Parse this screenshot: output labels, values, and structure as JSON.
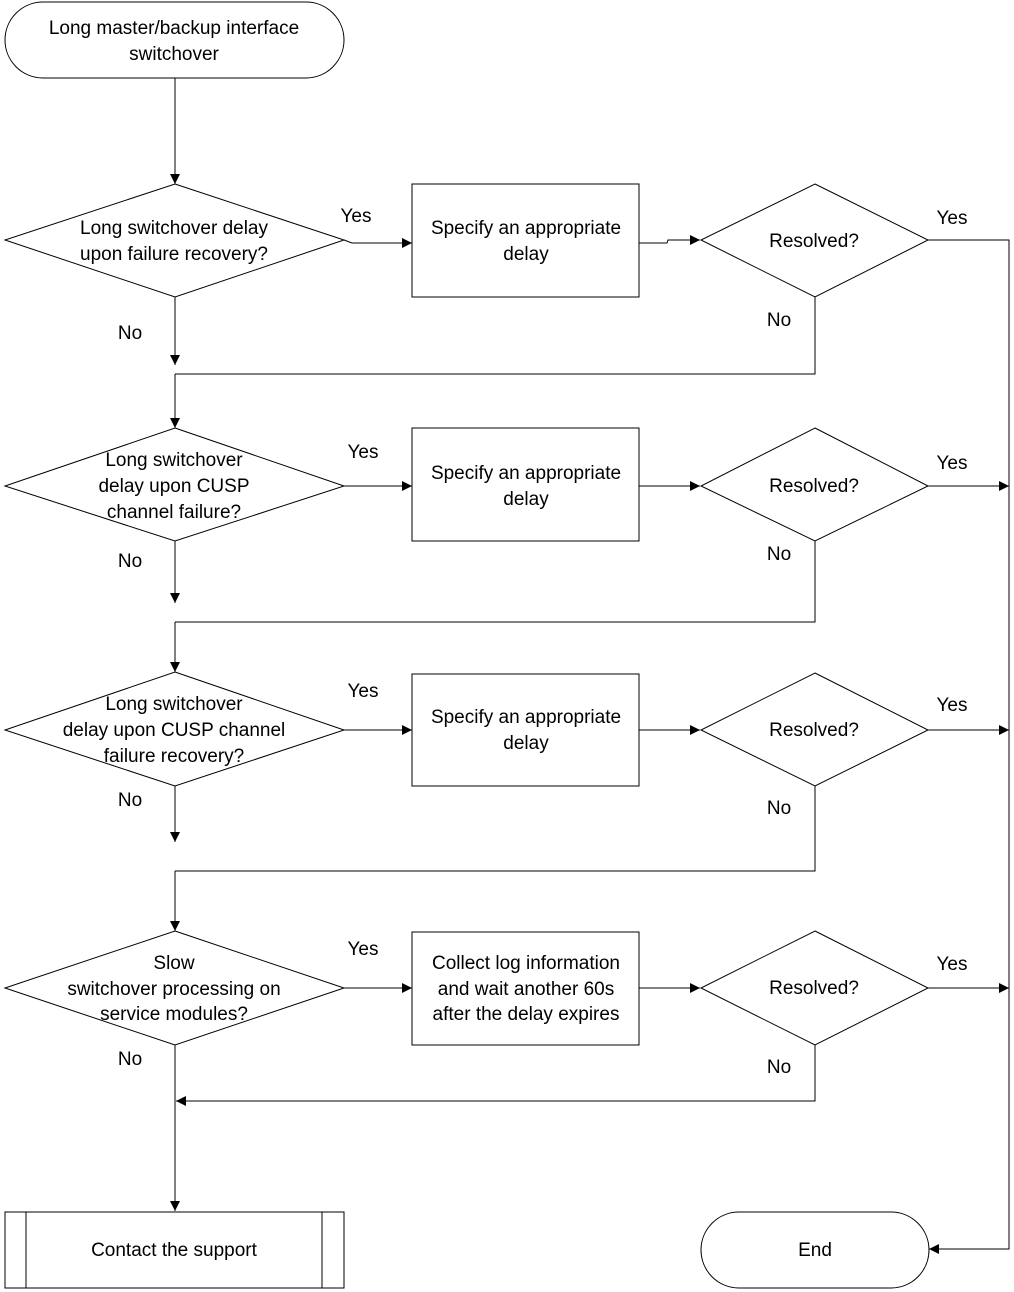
{
  "start": {
    "lines": [
      "Long master/backup interface",
      "switchover"
    ]
  },
  "end": {
    "label": "End"
  },
  "support": {
    "label": "Contact the support"
  },
  "stages": [
    {
      "question": [
        "Long switchover delay",
        "upon failure recovery?"
      ],
      "action": [
        "Specify an appropriate",
        "delay"
      ],
      "check": "Resolved?",
      "yes_question": "Yes",
      "no_question": "No",
      "yes_check": "Yes",
      "no_check": "No"
    },
    {
      "question": [
        "Long switchover",
        "delay upon CUSP",
        "channel failure?"
      ],
      "action": [
        "Specify an appropriate",
        "delay"
      ],
      "check": "Resolved?",
      "yes_question": "Yes",
      "no_question": "No",
      "yes_check": "Yes",
      "no_check": "No"
    },
    {
      "question": [
        "Long switchover",
        "delay upon CUSP channel",
        "failure recovery?"
      ],
      "action": [
        "Specify an appropriate",
        "delay"
      ],
      "check": "Resolved?",
      "yes_question": "Yes",
      "no_question": "No",
      "yes_check": "Yes",
      "no_check": "No"
    },
    {
      "question": [
        "Slow",
        "switchover processing on",
        "service modules?"
      ],
      "action": [
        "Collect log information",
        "and wait another 60s",
        "after the delay expires"
      ],
      "check": "Resolved?",
      "yes_question": "Yes",
      "no_question": "No",
      "yes_check": "Yes",
      "no_check": "No"
    }
  ]
}
